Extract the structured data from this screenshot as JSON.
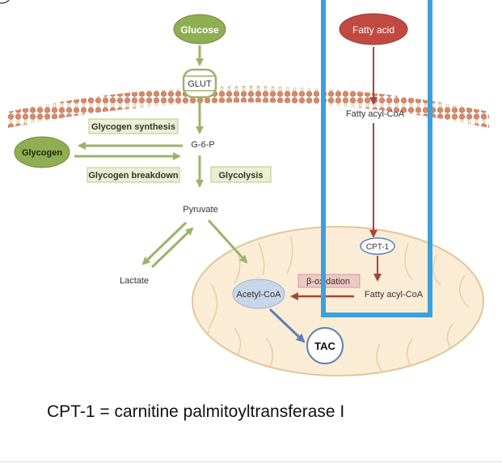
{
  "nodes": {
    "glucose": "Glucose",
    "fatty_acid": "Fatty acid",
    "glut": "GLUT",
    "fatty_acyl_coa_top": "Fatty acyl-CoA",
    "glycogen_synthesis": "Glycogen synthesis",
    "glycogen": "Glycogen",
    "g6p": "G-6-P",
    "glycogen_breakdown": "Glycogen breakdown",
    "glycolysis": "Glycolysis",
    "pyruvate": "Pyruvate",
    "cpt1": "CPT-1",
    "lactate": "Lactate",
    "beta_oxidation": "β-oxidation",
    "acetyl_coa": "Acetyl-CoA",
    "fatty_acyl_coa_mito": "Fatty acyl-CoA",
    "tac": "TAC"
  },
  "caption": "CPT-1 = carnitine palmitoyltransferase I",
  "colors": {
    "glucose_green": "#8fad52",
    "fatty_red": "#c04a42",
    "arrow_green": "#9cb36a",
    "arrow_red": "#a5453f",
    "highlight_blue": "#3ba0de",
    "mito_fill": "#fbecd6",
    "mito_stroke": "#e1c79a",
    "acetyl_fill": "#c8d6ea",
    "tac_stroke": "#5b80b8"
  }
}
